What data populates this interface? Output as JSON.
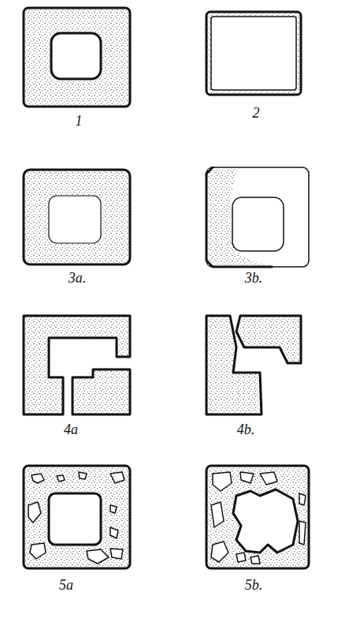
{
  "diagram": {
    "labels": [
      "1",
      "2",
      "3a.",
      "3b.",
      "4a",
      "4b.",
      "5a",
      "5b."
    ]
  }
}
